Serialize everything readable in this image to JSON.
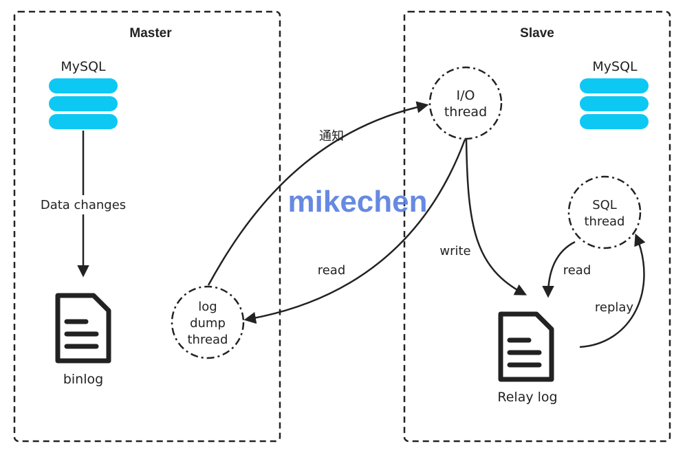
{
  "master": {
    "title": "Master",
    "db_label": "MySQL",
    "edge_label": "Data changes",
    "file_label": "binlog",
    "thread_lines": [
      "log",
      "dump",
      "thread"
    ]
  },
  "slave": {
    "title": "Slave",
    "db_label": "MySQL",
    "io_thread_lines": [
      "I/O",
      "thread"
    ],
    "sql_thread_lines": [
      "SQL",
      "thread"
    ],
    "file_label": "Relay log"
  },
  "edges": {
    "notify": "通知",
    "read_master": "read",
    "write": "write",
    "read_slave": "read",
    "replay": "replay"
  },
  "watermark": "mikechen",
  "colors": {
    "db": "#0ec8f4",
    "stroke": "#222222",
    "watermark": "#5a7fe0"
  }
}
